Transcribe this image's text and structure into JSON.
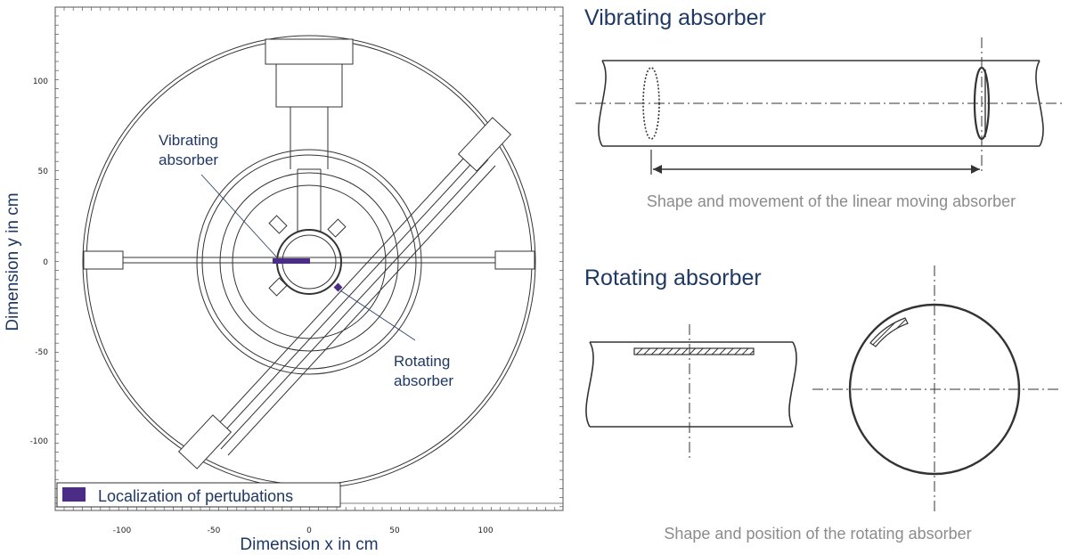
{
  "left_plot": {
    "xlabel": "Dimension x in cm",
    "ylabel": "Dimension y in cm",
    "x_ticks": [
      "-100",
      "-50",
      "0",
      "50",
      "100"
    ],
    "y_ticks": [
      "100",
      "50",
      "0",
      "-50",
      "-100"
    ],
    "annotation_vibrating": [
      "Vibrating",
      "absorber"
    ],
    "annotation_rotating": [
      "Rotating",
      "absorber"
    ],
    "legend_label": "Localization of pertubations",
    "perturbation_color": "#4b2c86"
  },
  "vibrating": {
    "title": "Vibrating absorber",
    "caption": "Shape and movement of the linear moving absorber"
  },
  "rotating": {
    "title": "Rotating absorber",
    "caption": "Shape and position of the rotating absorber"
  },
  "colors": {
    "title": "#1f3864",
    "caption": "#8c8c8c",
    "line": "#333333"
  }
}
